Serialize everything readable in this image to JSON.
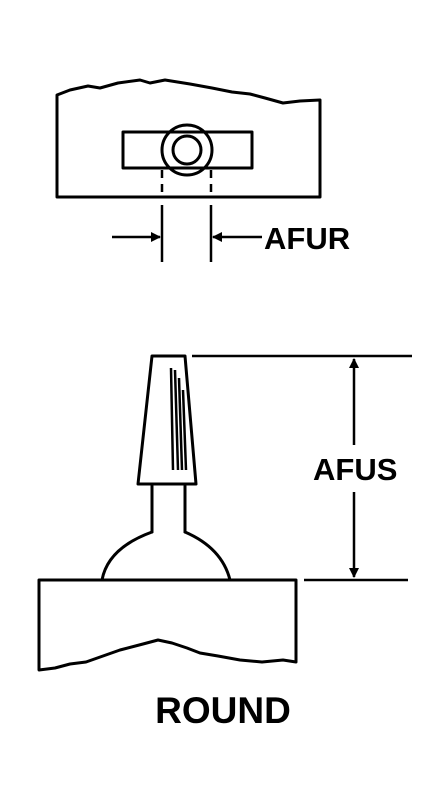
{
  "labels": {
    "top_dimension": "AFUR",
    "side_dimension": "AFUS",
    "shape_name": "ROUND"
  }
}
